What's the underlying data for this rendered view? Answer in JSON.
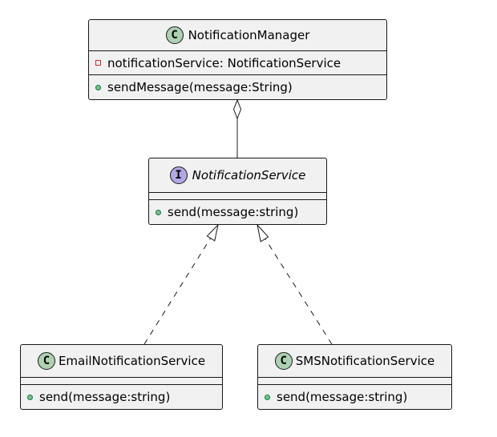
{
  "colors": {
    "box_fill": "#f1f1f1",
    "box_border": "#181818",
    "class_badge": "#add1b2",
    "interface_badge": "#b4a7e5",
    "private_marker": "#c82930",
    "public_marker": "#84be84"
  },
  "classes": {
    "manager": {
      "badge": "C",
      "name": "NotificationManager",
      "field": "notificationService: NotificationService",
      "method": "sendMessage(message:String)"
    },
    "service": {
      "badge": "I",
      "name": "NotificationService",
      "method": "send(message:string)"
    },
    "email": {
      "badge": "C",
      "name": "EmailNotificationService",
      "method": "send(message:string)"
    },
    "sms": {
      "badge": "C",
      "name": "SMSNotificationService",
      "method": "send(message:string)"
    }
  }
}
